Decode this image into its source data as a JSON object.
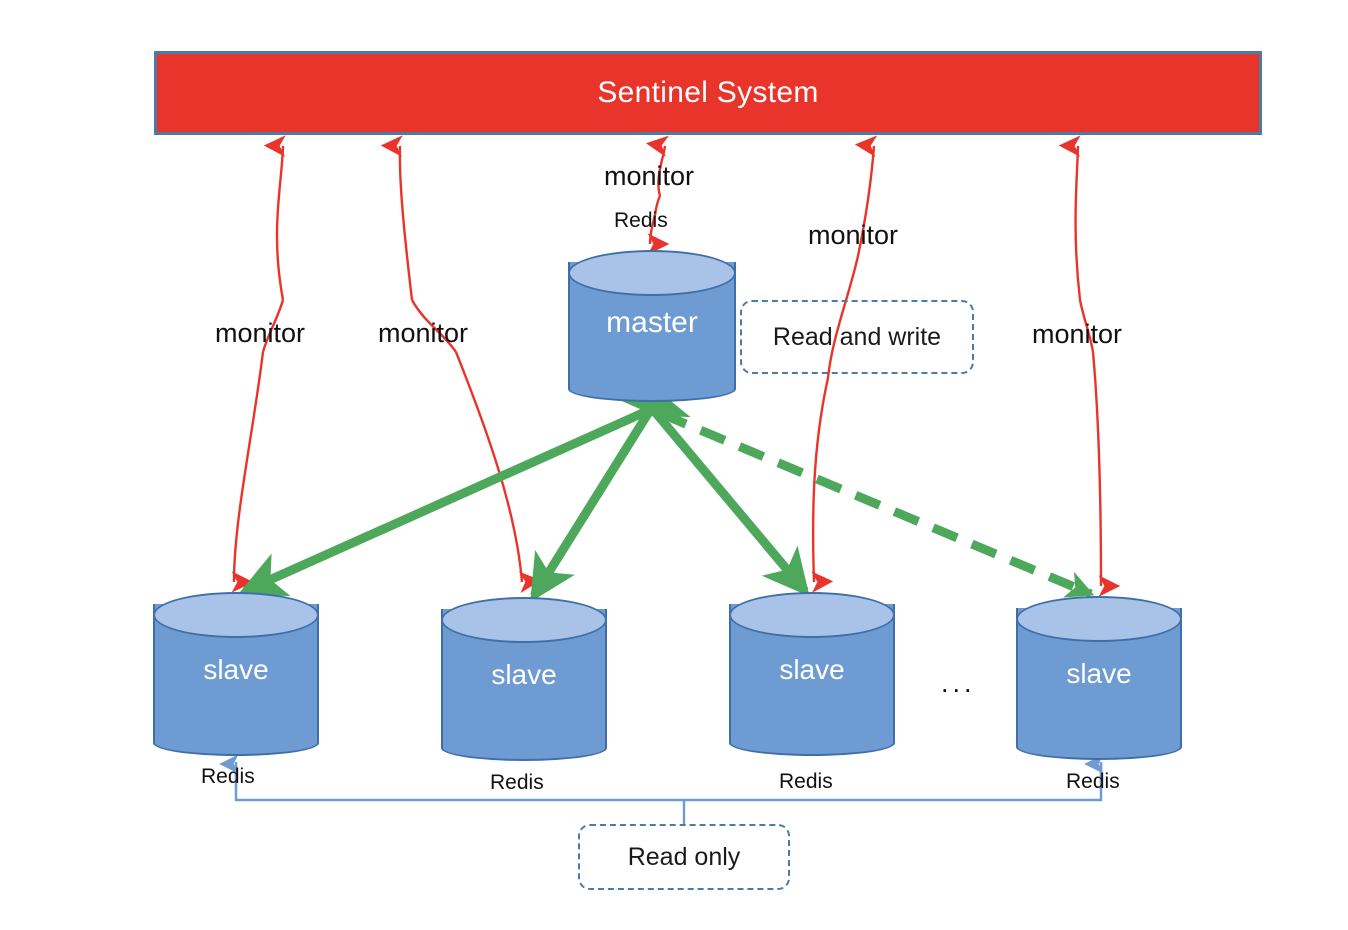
{
  "diagram": {
    "title": "Redis Sentinel master-slave architecture",
    "colors": {
      "sentinel_fill": "#E8342A",
      "sentinel_border": "#4E7BA6",
      "cylinder_body": "#6E9BD1",
      "cylinder_top": "#A9C3E8",
      "cylinder_border": "#3F6FA8",
      "monitor_arrow": "#E8342A",
      "replication_arrow": "#4EA85C",
      "read_only_line": "#6E9BD1",
      "callout_border": "#4E7BA6",
      "background": "#FFFFFF"
    }
  },
  "sentinel": {
    "label": "Sentinel System"
  },
  "master": {
    "label": "master",
    "tech_label": "Redis"
  },
  "slaves": [
    {
      "label": "slave",
      "tech_label": "Redis"
    },
    {
      "label": "slave",
      "tech_label": "Redis"
    },
    {
      "label": "slave",
      "tech_label": "Redis"
    },
    {
      "label": "slave",
      "tech_label": "Redis"
    }
  ],
  "ellipsis": "...",
  "monitor_labels": [
    "monitor",
    "monitor",
    "monitor",
    "monitor",
    "monitor"
  ],
  "callouts": {
    "read_and_write": "Read and write",
    "read_only": "Read only"
  }
}
